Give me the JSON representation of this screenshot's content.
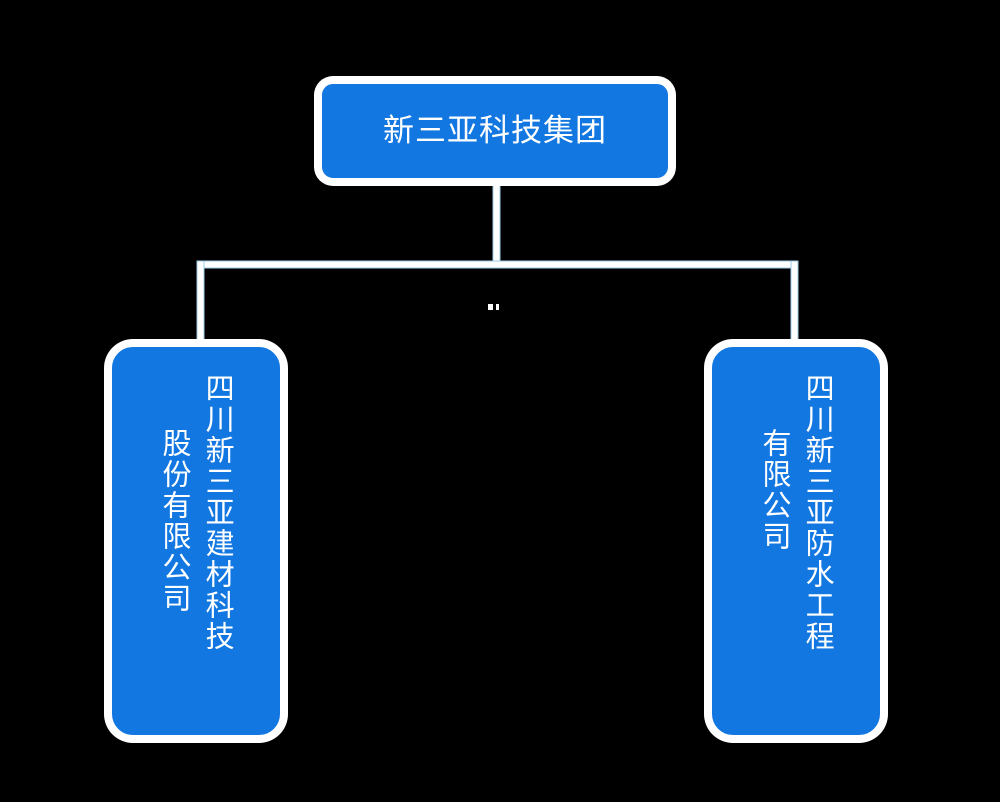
{
  "chart": {
    "type": "org-chart",
    "background_color": "#000000",
    "node_fill_color": "#1277e0",
    "node_border_color": "#ffffff",
    "node_text_color": "#ffffff",
    "connector_fill_color": "#ffffff",
    "connector_outline_color": "#9ecbe8",
    "orientation": "top-down",
    "levels": 2
  },
  "root": {
    "label": "新三亚科技集团",
    "text_direction": "horizontal"
  },
  "children": [
    {
      "id": "left",
      "full_label": "四川新三亚建材科技股份有限公司",
      "column_primary": "四川新三亚建材科技",
      "column_secondary": "股份有限公司",
      "text_direction": "vertical-rl"
    },
    {
      "id": "right",
      "full_label": "四川新三亚防水工程有限公司",
      "column_primary": "四川新三亚防水工程",
      "column_secondary": "有限公司",
      "text_direction": "vertical-rl"
    }
  ]
}
